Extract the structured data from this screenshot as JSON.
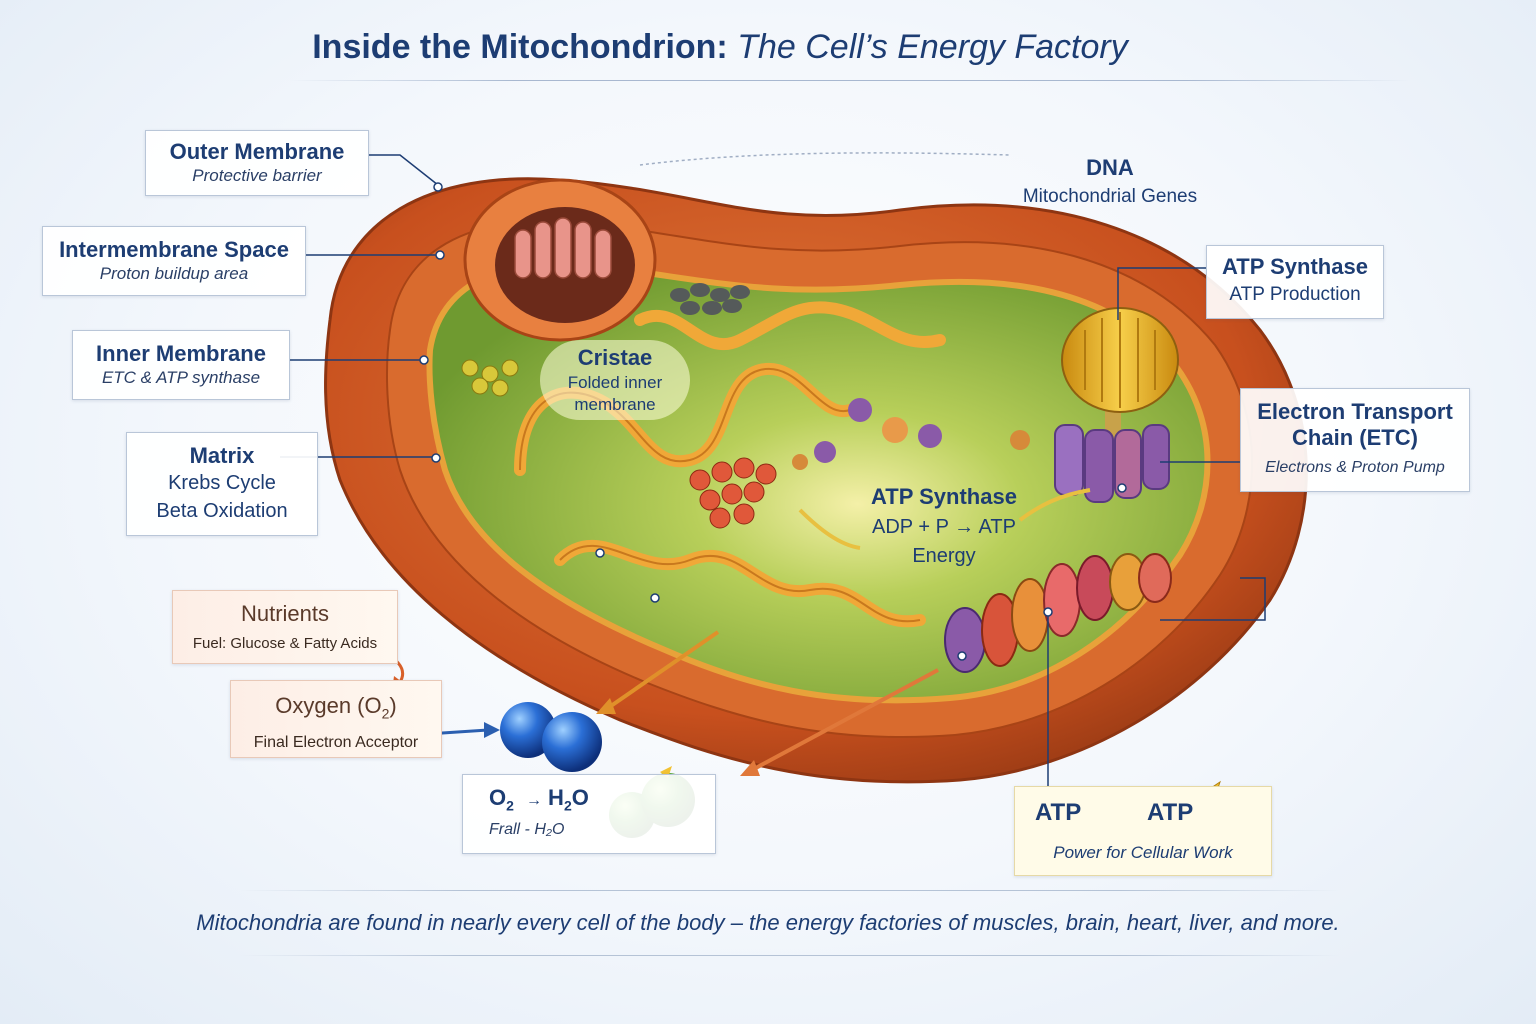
{
  "title": {
    "bold": "Inside the Mitochondrion:",
    "italic": "The Cell’s Energy Factory"
  },
  "labels": {
    "outer_membrane": {
      "heading": "Outer Membrane",
      "sub": "Protective barrier"
    },
    "intermembrane_space": {
      "heading": "Intermembrane Space",
      "sub": "Proton buildup area"
    },
    "inner_membrane": {
      "heading": "Inner Membrane",
      "sub": "ETC & ATP synthase"
    },
    "matrix": {
      "heading": "Matrix",
      "line1": "Krebs Cycle",
      "line2": "Beta Oxidation"
    },
    "nutrients": {
      "heading": "Nutrients",
      "sub": "Fuel: Glucose & Fatty Acids"
    },
    "oxygen": {
      "heading": "Oxygen (O",
      "heading_sub": "2",
      "heading_end": ")",
      "sub": "Final Electron Acceptor"
    },
    "water": {
      "o2": "O",
      "o2_sub": "2",
      "arrow": "→",
      "h2o": "H",
      "h2o_sub": "2",
      "h2o_end": "O",
      "sub": "Frall - H₂O"
    },
    "dna": {
      "heading": "DNA",
      "sub": "Mitochondrial Genes"
    },
    "atp_synthase_right": {
      "heading": "ATP Synthase",
      "sub": "ATP Production"
    },
    "etc": {
      "line1": "Electron Transport",
      "line2": "Chain (ETC)",
      "sub": "Electrons & Proton Pump"
    },
    "cristae": {
      "heading": "Cristae",
      "line1": "Folded inner",
      "line2": "membrane"
    },
    "atp_center": {
      "heading": "ATP Synthase",
      "equation": "ADP + P → ATP",
      "sub": "Energy"
    },
    "atp_output": {
      "atp1": "ATP",
      "atp2": "ATP",
      "sub": "Power for Cellular Work"
    }
  },
  "footer": "Mitochondria are found in nearly every cell of the body – the energy factories of muscles, brain, heart, liver, and more.",
  "colors": {
    "title": "#1d3d73",
    "outer_membrane": "#c8501e",
    "matrix": "#7fa83a",
    "atp_synthase": "#e6a82a",
    "etc": "#8a5aa8",
    "oxygen": "#1f5fc8",
    "water": "#3a9a2a"
  }
}
